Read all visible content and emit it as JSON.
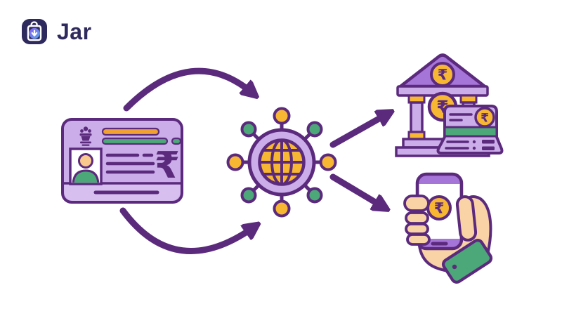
{
  "brand": {
    "name": "Jar",
    "icon": "jar-app-icon"
  },
  "illustration": {
    "description": "Identity card linked through a global network to bank and mobile payment services",
    "id_card": {
      "name": "identity-card",
      "rupee_symbol": "₹",
      "emblem": "india-emblem",
      "has_photo": true
    },
    "network_hub": {
      "name": "global-network",
      "globe": "globe-icon",
      "node_count": 8
    },
    "bank": {
      "name": "bank-building",
      "pediment_coin_symbol": "₹",
      "hall_coin_symbol": "₹",
      "card": {
        "name": "payment-card",
        "coin_symbol": "₹"
      }
    },
    "mobile_payment": {
      "name": "hand-holding-smartphone",
      "screen_coin_symbol": "₹"
    },
    "arrows": [
      {
        "name": "card-to-network-top-arrow",
        "style": "curved"
      },
      {
        "name": "card-to-network-bottom-arrow",
        "style": "curved"
      },
      {
        "name": "network-to-bank-arrow",
        "style": "straight"
      },
      {
        "name": "network-to-mobile-arrow",
        "style": "straight"
      }
    ]
  },
  "palette": {
    "background": "#ffffff",
    "outline_purple": "#5b2a7d",
    "lavender": "#cbade9",
    "lavender_light": "#d7c0ef",
    "medium_purple": "#a675d8",
    "gold": "#f7b733",
    "orange": "#f0a132",
    "green": "#4ca878",
    "skin_peach": "#f9d2a6",
    "brand_navy": "#2f2a5d"
  }
}
